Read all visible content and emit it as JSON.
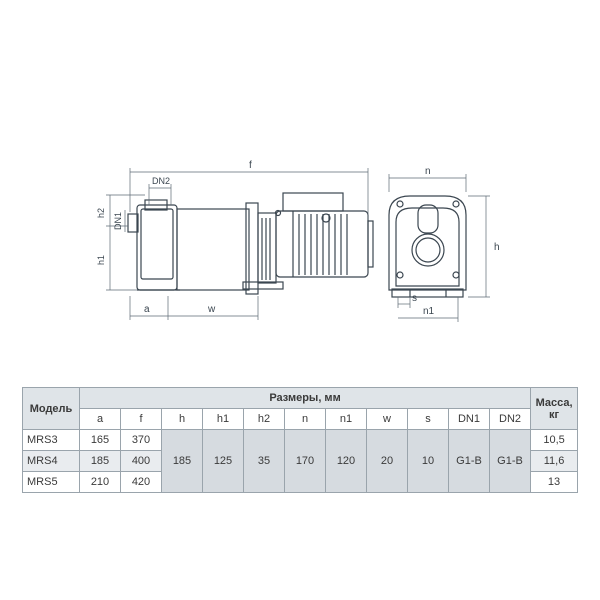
{
  "drawing": {
    "dim_labels": {
      "f": "f",
      "DN2": "DN2",
      "h2": "h2",
      "DN1": "DN1",
      "h1": "h1",
      "a": "a",
      "w": "w",
      "n": "n",
      "h": "h",
      "s": "s",
      "n1": "n1"
    }
  },
  "table": {
    "model_header": "Модель",
    "sizes_header": "Размеры, мм",
    "mass_header_line1": "Масса,",
    "mass_header_line2": "кг",
    "columns": [
      "a",
      "f",
      "h",
      "h1",
      "h2",
      "n",
      "n1",
      "w",
      "s",
      "DN1",
      "DN2"
    ],
    "shared": {
      "h": "185",
      "h1": "125",
      "h2": "35",
      "n": "170",
      "n1": "120",
      "w": "20",
      "s": "10",
      "DN1": "G1-B",
      "DN2": "G1-B"
    },
    "rows": [
      {
        "model": "MRS3",
        "a": "165",
        "f": "370",
        "mass": "10,5"
      },
      {
        "model": "MRS4",
        "a": "185",
        "f": "400",
        "mass": "11,6"
      },
      {
        "model": "MRS5",
        "a": "210",
        "f": "420",
        "mass": "13"
      }
    ]
  }
}
